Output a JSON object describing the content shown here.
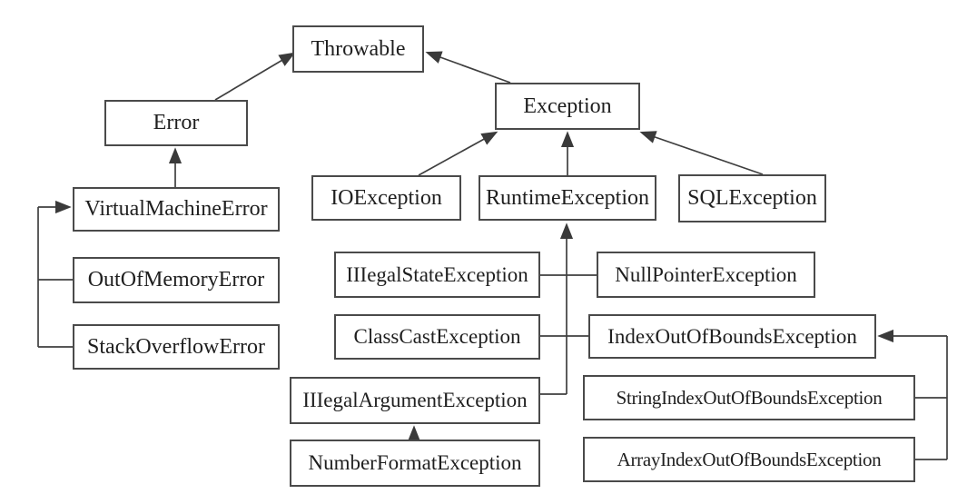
{
  "colors": {
    "background": "#ffffff",
    "box_border": "#4a4a4a",
    "text": "#1f1f1f",
    "connector_line": "#3f3f3f"
  },
  "diagram": {
    "type": "class-hierarchy",
    "nodes": {
      "throwable": {
        "label": "Throwable"
      },
      "error": {
        "label": "Error"
      },
      "exception": {
        "label": "Exception"
      },
      "vme": {
        "label": "VirtualMachineError"
      },
      "oom": {
        "label": "OutOfMemoryError"
      },
      "soe": {
        "label": "StackOverflowError"
      },
      "io": {
        "label": "IOException"
      },
      "runtime": {
        "label": "RuntimeException"
      },
      "sql": {
        "label": "SQLException"
      },
      "illegalstate": {
        "label": "IIIegalStateException"
      },
      "nullpointer": {
        "label": "NullPointerException"
      },
      "classcast": {
        "label": "ClassCastException"
      },
      "indexoob": {
        "label": "IndexOutOfBoundsException"
      },
      "illegalarg": {
        "label": "IIIegalArgumentException"
      },
      "stringindexoob": {
        "label": "StringIndexOutOfBoundsException"
      },
      "numberformat": {
        "label": "NumberFormatException"
      },
      "arrayindexoob": {
        "label": "ArrayIndexOutOfBoundsException"
      }
    },
    "edges": [
      {
        "from": "Error",
        "to": "Throwable"
      },
      {
        "from": "Exception",
        "to": "Throwable"
      },
      {
        "from": "VirtualMachineError",
        "to": "Error"
      },
      {
        "from": "OutOfMemoryError",
        "to": "VirtualMachineError"
      },
      {
        "from": "StackOverflowError",
        "to": "VirtualMachineError"
      },
      {
        "from": "IOException",
        "to": "Exception"
      },
      {
        "from": "RuntimeException",
        "to": "Exception"
      },
      {
        "from": "SQLException",
        "to": "Exception"
      },
      {
        "from": "IIIegalStateException",
        "to": "RuntimeException"
      },
      {
        "from": "NullPointerException",
        "to": "RuntimeException"
      },
      {
        "from": "ClassCastException",
        "to": "RuntimeException"
      },
      {
        "from": "IndexOutOfBoundsException",
        "to": "RuntimeException"
      },
      {
        "from": "IIIegalArgumentException",
        "to": "RuntimeException"
      },
      {
        "from": "NumberFormatException",
        "to": "IIIegalArgumentException"
      },
      {
        "from": "StringIndexOutOfBoundsException",
        "to": "IndexOutOfBoundsException"
      },
      {
        "from": "ArrayIndexOutOfBoundsException",
        "to": "IndexOutOfBoundsException"
      }
    ]
  }
}
